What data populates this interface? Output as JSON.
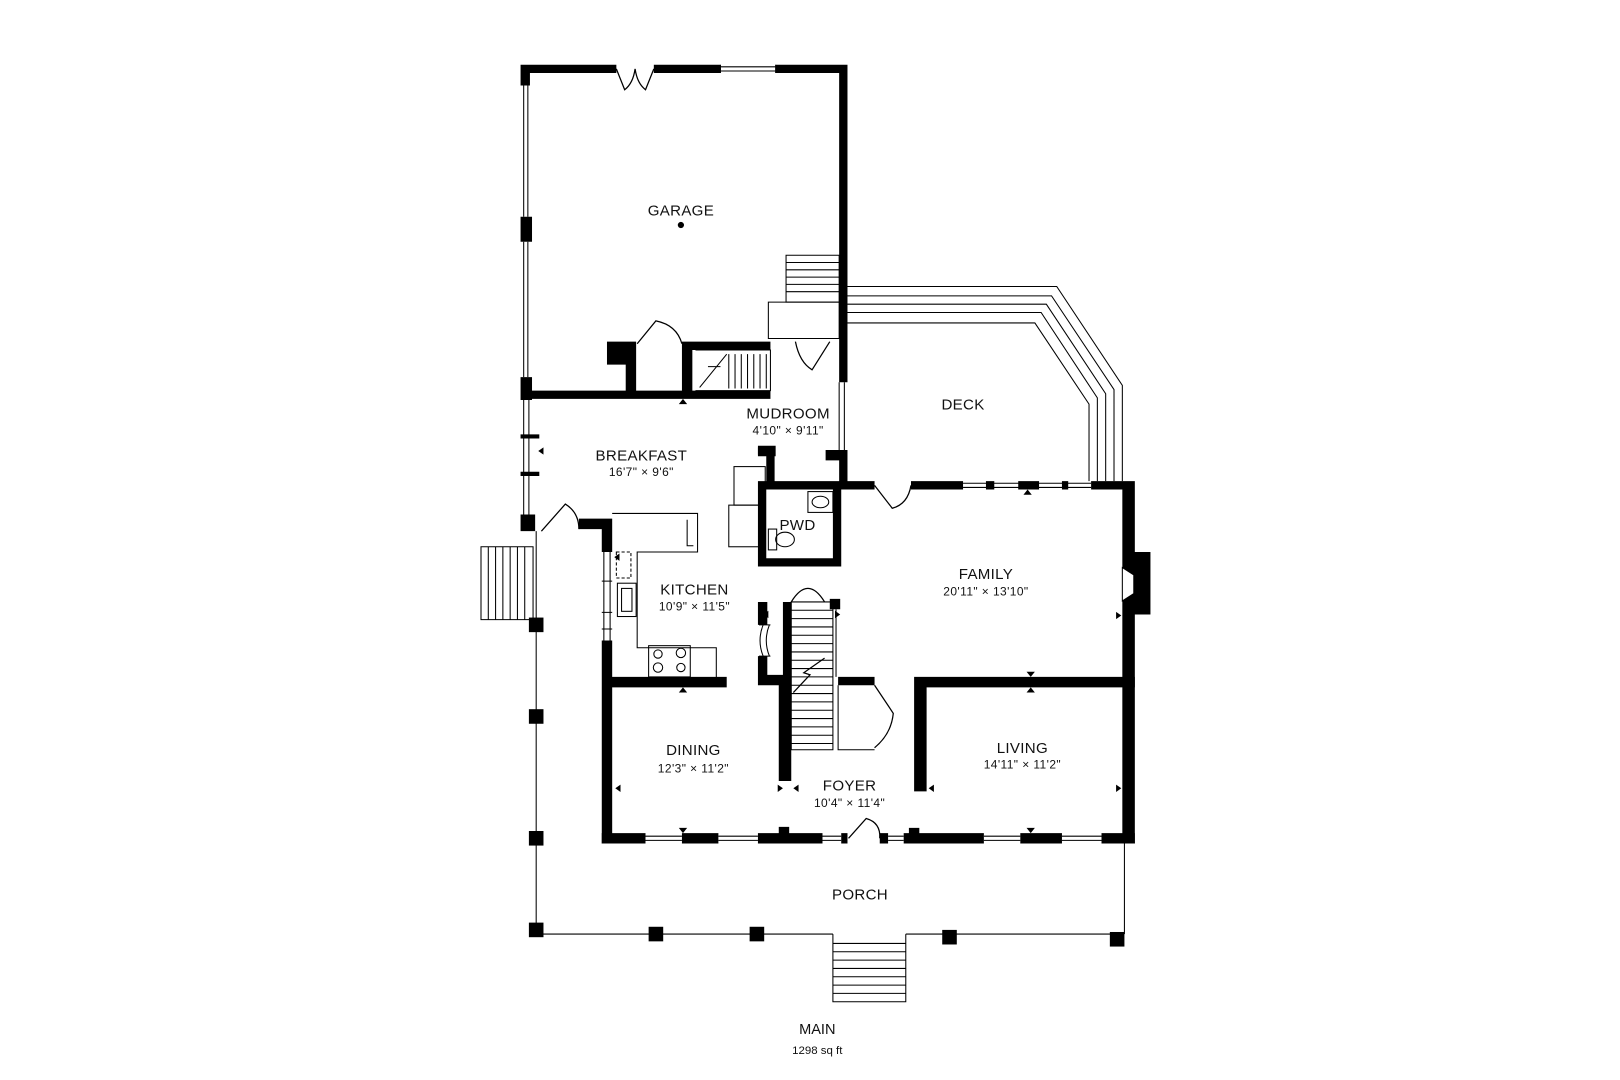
{
  "floor": {
    "name": "MAIN",
    "area": "1298 sq ft"
  },
  "rooms": {
    "garage": {
      "name": "GARAGE"
    },
    "deck": {
      "name": "DECK"
    },
    "mudroom": {
      "name": "MUDROOM",
      "dims": "4'10\" × 9'11\""
    },
    "breakfast": {
      "name": "BREAKFAST",
      "dims": "16'7\" × 9'6\""
    },
    "pwd": {
      "name": "PWD"
    },
    "kitchen": {
      "name": "KITCHEN",
      "dims": "10'9\" × 11'5\""
    },
    "family": {
      "name": "FAMILY",
      "dims": "20'11\" × 13'10\""
    },
    "dining": {
      "name": "DINING",
      "dims": "12'3\" × 11'2\""
    },
    "living": {
      "name": "LIVING",
      "dims": "14'11\" × 11'2\""
    },
    "foyer": {
      "name": "FOYER",
      "dims": "10'4\" × 11'4\""
    },
    "porch": {
      "name": "PORCH"
    }
  },
  "colors": {
    "walls": "#000000",
    "background": "#ffffff"
  }
}
